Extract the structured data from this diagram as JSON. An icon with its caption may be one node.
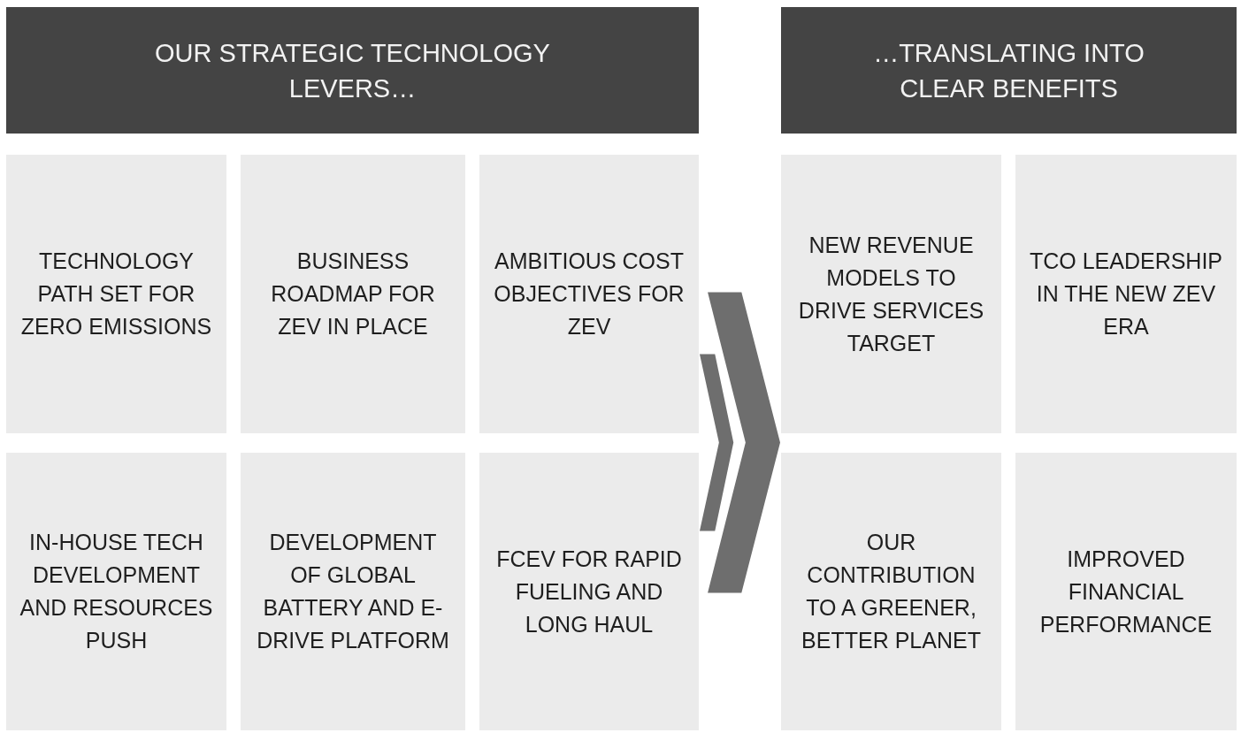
{
  "diagram": {
    "nodes": [
      {
        "text": [
          "OUR STRATEGIC TECHNOLOGY LEVERS…"
        ]
      },
      {
        "text": [
          "…TRANSLATING INTO CLEAR BENEFITS"
        ]
      },
      {
        "text": [
          "TECHNOLOGY PATH SET FOR ZERO EMISSIONS"
        ]
      },
      {
        "text": [
          "BUSINESS ROADMAP FOR ZEV IN PLACE"
        ]
      },
      {
        "text": [
          "AMBITIOUS COST OBJECTIVES FOR ZEV"
        ]
      },
      {
        "text": [
          "NEW REVENUE MODELS TO DRIVE SERVICES TARGET"
        ]
      },
      {
        "text": [
          "TCO LEADERSHIP IN THE NEW ZEV ERA"
        ]
      },
      {
        "text": [
          "IN-HOUSE TECH DEVELOPMENT AND RESOURCES PUSH"
        ]
      },
      {
        "text": [
          "DEVELOPMENT OF GLOBAL BATTERY AND E-DRIVE PLATFORM"
        ]
      },
      {
        "text": [
          "FCEV FOR RAPID FUELING AND LONG HAUL"
        ]
      },
      {
        "text": [
          "OUR CONTRIBUTION TO A GREENER, BETTER PLANET"
        ]
      },
      {
        "text": [
          "IMPROVED FINANCIAL PERFORMANCE"
        ]
      }
    ],
    "edges": [
      {
        "from": 4,
        "to": 5,
        "arrow": "to"
      }
    ]
  }
}
